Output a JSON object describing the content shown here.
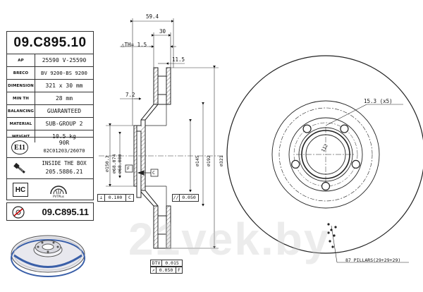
{
  "part": {
    "number": "09.C895.10",
    "alt_number": "09.C895.11"
  },
  "specs": [
    {
      "key": "AP",
      "value": "25590 V-25590"
    },
    {
      "key": "BRECO",
      "value": "BV 9200-BS 9200"
    },
    {
      "key": "DIMENSION",
      "value": "321 x 30 mm"
    },
    {
      "key": "MIN TH",
      "value": "28 mm"
    },
    {
      "key": "BALANCING",
      "value": "GUARANTEED"
    },
    {
      "key": "MATERIAL",
      "value": "SUB-GROUP 2"
    },
    {
      "key": "WEIGHT",
      "value": "10.5 kg"
    }
  ],
  "homologation": {
    "mark": "E11",
    "line1": "90R",
    "line2": "02C01203/26070"
  },
  "bolt_info": {
    "icon": "bolt-icon",
    "line1": "INSIDE THE BOX",
    "line2": "205.5886.21"
  },
  "certifications": {
    "hc": "HC",
    "pvt": "PVTPlus"
  },
  "dimensions": {
    "d59_4": "59.4",
    "d30": "30",
    "th": "TH= 1.5",
    "d11_5": "11.5",
    "d7_2": "7.2",
    "d150_3": "150.3",
    "d68_074": "68.074",
    "d68_000": "68.000",
    "d145": "145",
    "d192": "192",
    "d321": "321",
    "holes": "15.3 (x5)",
    "pcd": "112",
    "pillars": "87 PILLARS(29+29+29)"
  },
  "tolerances": {
    "t1_sym": "⊥",
    "t1_val": "0.100",
    "t1_ref": "C",
    "t2_sym": "//",
    "t2_val": "0.050",
    "dtv_label": "DTV",
    "dtv_val": "0.015",
    "runout_sym": "↗",
    "runout_val": "0.050",
    "runout_ref": "F",
    "datum_f": "F",
    "datum_c": "C"
  },
  "watermark": "21vek.by",
  "colors": {
    "line": "#222222",
    "hatch": "#555555",
    "coating": "#3a5fa8"
  }
}
